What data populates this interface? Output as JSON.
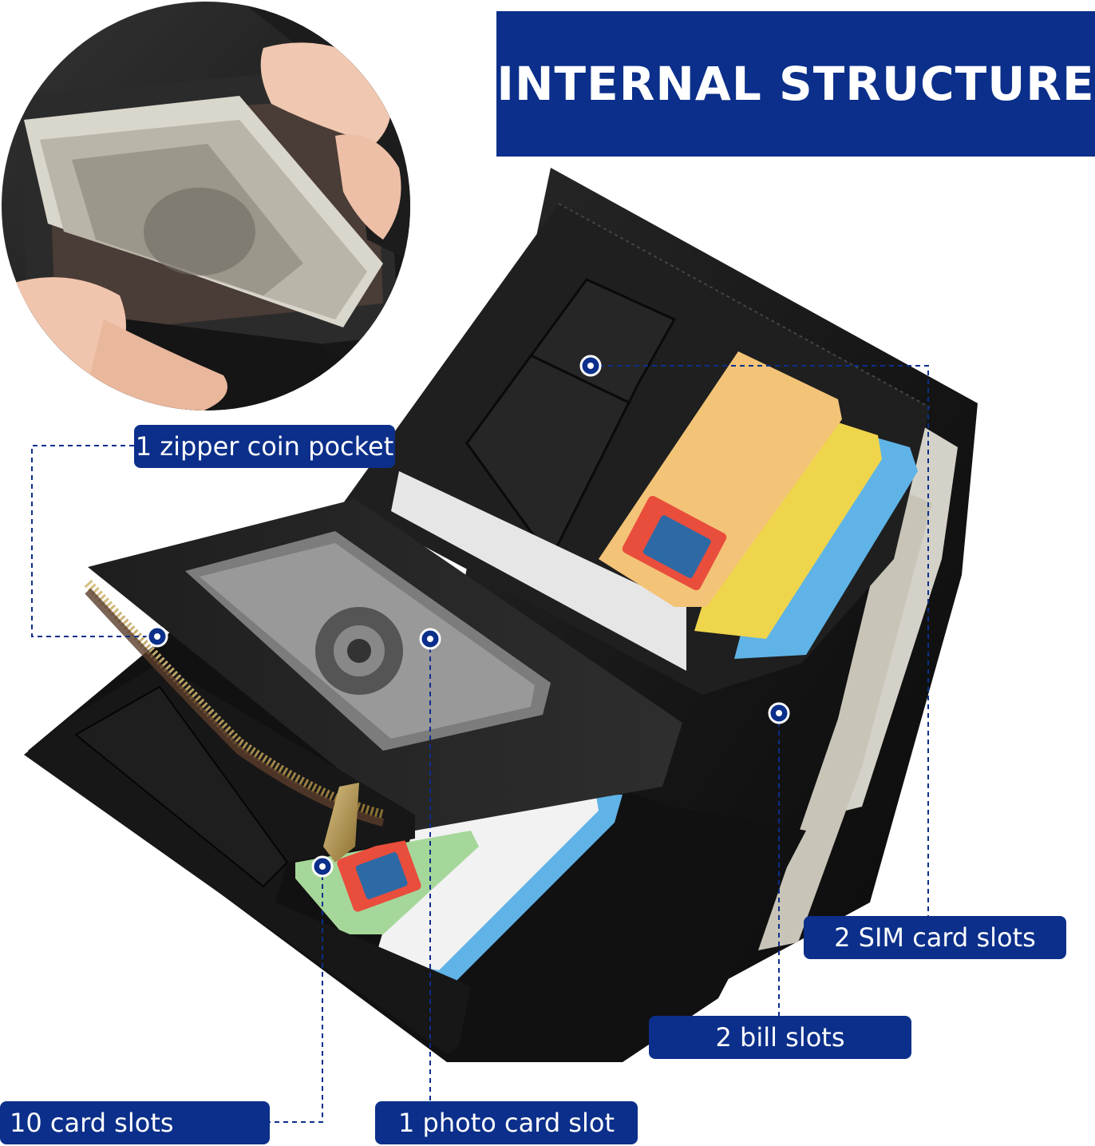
{
  "banner": {
    "title": "INTERNAL STRUCTURE"
  },
  "labels": {
    "zipper": "1 zipper coin pocket",
    "sim": "2 SIM card slots",
    "bill": "2 bill slots",
    "card": "10 card slots",
    "photo": "1 photo card slot"
  },
  "colors": {
    "accent_blue": "#0b2f8a",
    "wallet_black": "#1a1a1a",
    "card_yellow": "#f2c94c",
    "card_blue": "#5fb3e6"
  },
  "icons": [
    "callout-dot-icon",
    "zipper-icon",
    "unionpay-logo"
  ]
}
